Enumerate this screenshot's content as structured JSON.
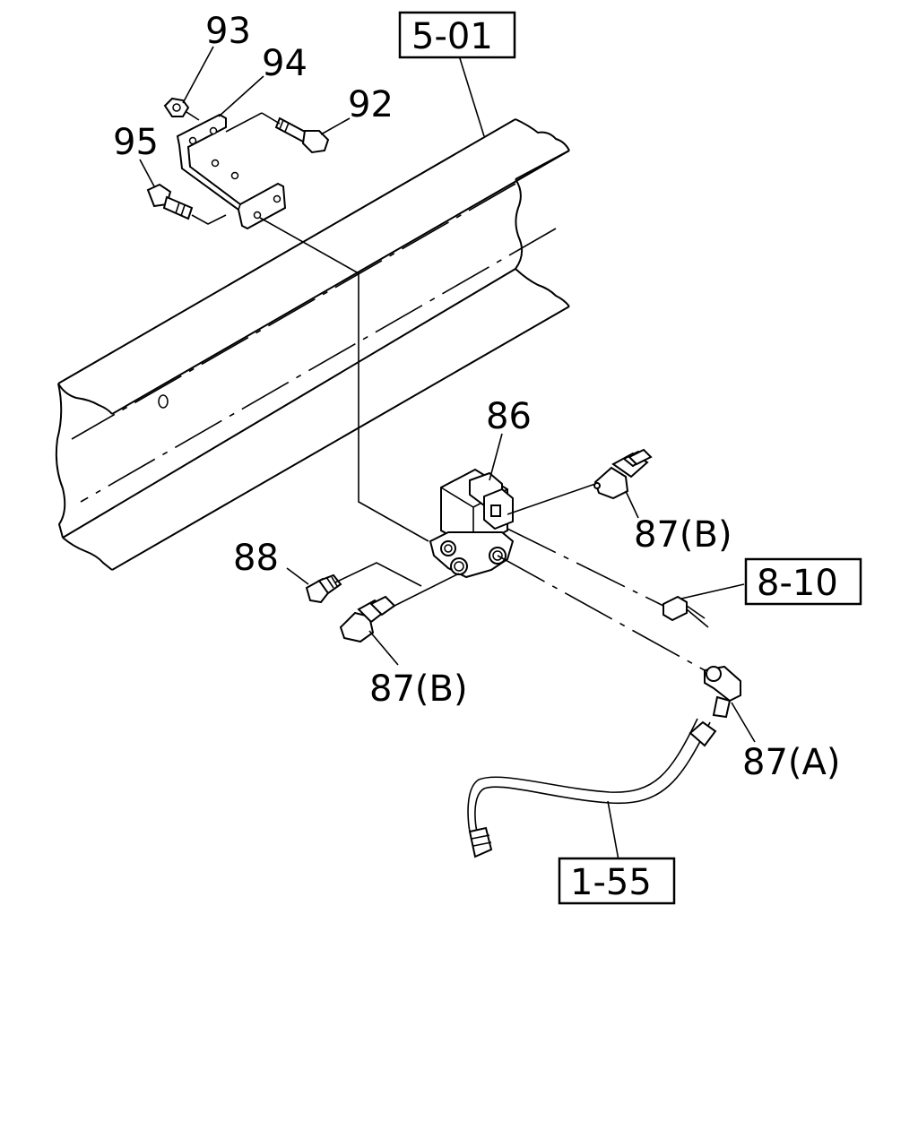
{
  "labels": {
    "p93": "93",
    "p94": "94",
    "p92": "92",
    "p95": "95",
    "p86": "86",
    "p87b_top": "87(B)",
    "p88": "88",
    "p87b_bottom": "87(B)",
    "p87a": "87(A)"
  },
  "refs": {
    "r501": "5-01",
    "r810": "8-10",
    "r155": "1-55"
  }
}
